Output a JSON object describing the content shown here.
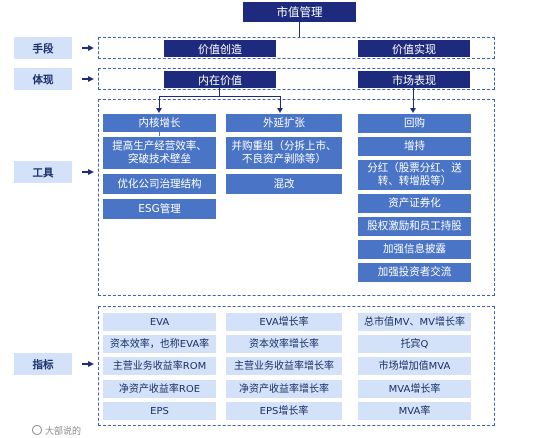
{
  "title": "市值管理",
  "sides": {
    "means": "手段",
    "manifest": "体现",
    "tools": "工具",
    "indicators": "指标"
  },
  "means": {
    "left": "价值创造",
    "right": "价值实现"
  },
  "manifest": {
    "left": "内在价值",
    "right": "市场表现"
  },
  "tools": {
    "col1_header": "内核增长",
    "col1_items": [
      "提高生产经营效率、突破技术壁垒",
      "优化公司治理结构",
      "ESG管理"
    ],
    "col2_header": "外延扩张",
    "col2_items": [
      "并购重组（分拆上市、不良资产剥除等）",
      "混改"
    ],
    "col3_items": [
      "回购",
      "增持",
      "分红（股票分红、送转、转增股等）",
      "资产证券化",
      "股权激励和员工持股",
      "加强信息披露",
      "加强投资者交流"
    ]
  },
  "indicators": {
    "col1": [
      "EVA",
      "资本效率，也称EVA率",
      "主营业务收益率ROM",
      "净资产收益率ROE",
      "EPS"
    ],
    "col2": [
      "EVA增长率",
      "资本效率增长率",
      "主营业务收益率增长率",
      "净资产收益率增长率",
      "EPS增长率"
    ],
    "col3": [
      "总市值MV、MV增长率",
      "托宾Q",
      "市场增加值MVA",
      "MVA增长率",
      "MVA率"
    ]
  },
  "watermark": "大部说的"
}
